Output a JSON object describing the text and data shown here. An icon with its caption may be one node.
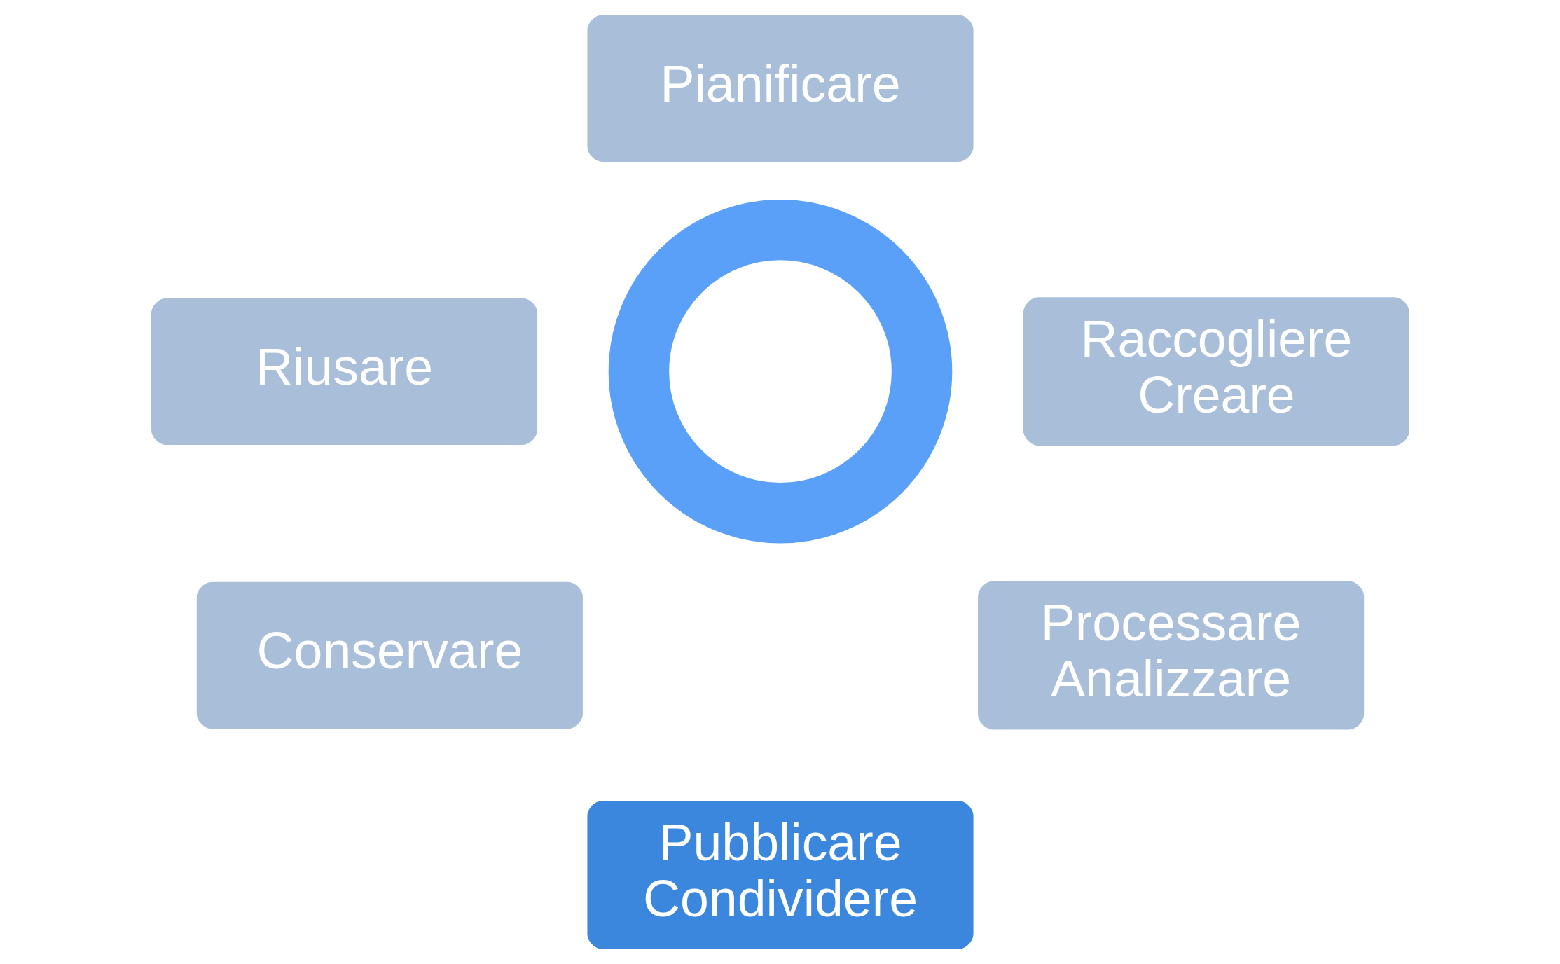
{
  "diagram": {
    "nodes": [
      {
        "text": [
          "Pianificare"
        ]
      },
      {
        "text": [
          "Riusare"
        ]
      },
      {
        "text": [],
        "shape": "circle"
      },
      {
        "text": [
          "Raccogliere Creare"
        ]
      },
      {
        "text": [
          "Conservare"
        ]
      },
      {
        "text": [
          "Processare Analizzare"
        ]
      },
      {
        "text": [
          "Pubblicare Condividere"
        ]
      }
    ]
  }
}
